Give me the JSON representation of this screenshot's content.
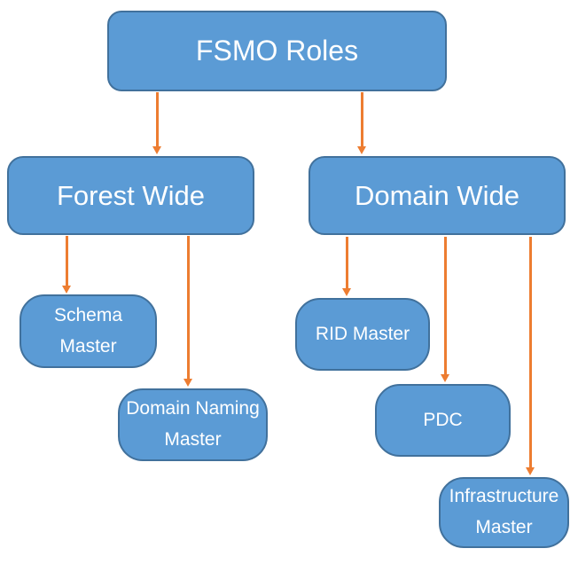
{
  "diagram": {
    "title": "FSMO Roles",
    "type": "flowchart",
    "nodes": [
      {
        "id": "fsmo-roles",
        "level": 1,
        "label": "FSMO Roles"
      },
      {
        "id": "forest-wide",
        "level": 2,
        "label": "Forest Wide"
      },
      {
        "id": "domain-wide",
        "level": 2,
        "label": "Domain Wide"
      },
      {
        "id": "schema-master",
        "level": 3,
        "label": "Schema\nMaster"
      },
      {
        "id": "domain-naming-master",
        "level": 3,
        "label": "Domain Naming\nMaster"
      },
      {
        "id": "rid-master",
        "level": 3,
        "label": "RID Master"
      },
      {
        "id": "pdc",
        "level": 3,
        "label": "PDC"
      },
      {
        "id": "infrastructure-master",
        "level": 3,
        "label": "Infrastructure\nMaster"
      }
    ],
    "edges": [
      {
        "from": "fsmo-roles",
        "to": "forest-wide"
      },
      {
        "from": "fsmo-roles",
        "to": "domain-wide"
      },
      {
        "from": "forest-wide",
        "to": "schema-master"
      },
      {
        "from": "forest-wide",
        "to": "domain-naming-master"
      },
      {
        "from": "domain-wide",
        "to": "rid-master"
      },
      {
        "from": "domain-wide",
        "to": "pdc"
      },
      {
        "from": "domain-wide",
        "to": "infrastructure-master"
      }
    ],
    "colors": {
      "node_fill": "#5B9BD5",
      "node_border": "#41719C",
      "arrow": "#ED7D31",
      "text": "#FFFFFF",
      "background": "#FFFFFF"
    }
  }
}
